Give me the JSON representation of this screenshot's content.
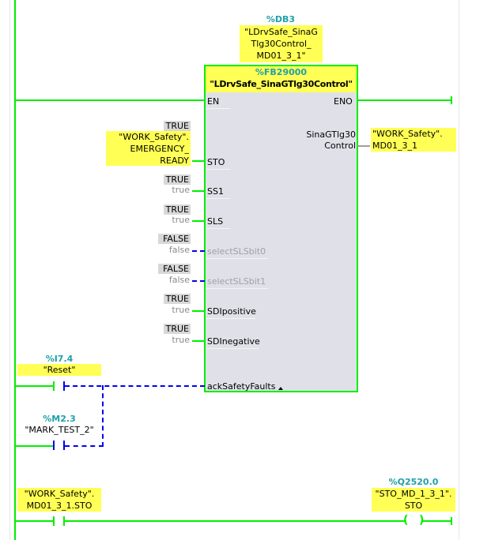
{
  "instance_db": {
    "address": "%DB3",
    "name_lines": [
      "\"LDrvSafe_SinaG",
      "Tlg30Control_",
      "MD01_3_1\""
    ]
  },
  "block": {
    "address": "%FB29000",
    "name": "\"LDrvSafe_SinaGTlg30Control\"",
    "en_label": "EN",
    "eno_label": "ENO",
    "output_pin_lines": [
      "SinaGTlg30",
      "Control"
    ],
    "output_operand_lines": [
      "\"WORK_Safety\".",
      "MD01_3_1"
    ],
    "expand_icon": "triangle-up-icon",
    "inputs": [
      {
        "pin": "STO",
        "monitor": "TRUE",
        "operand_lines": [
          "\"WORK_Safety\".",
          "EMERGENCY_",
          "READY"
        ],
        "status": "true",
        "enabled": true
      },
      {
        "pin": "SS1",
        "monitor": "TRUE",
        "value": "true",
        "status": "true",
        "enabled": true
      },
      {
        "pin": "SLS",
        "monitor": "TRUE",
        "value": "true",
        "status": "true",
        "enabled": true
      },
      {
        "pin": "selectSLSbit0",
        "monitor": "FALSE",
        "value": "false",
        "status": "false",
        "enabled": false
      },
      {
        "pin": "selectSLSbit1",
        "monitor": "FALSE",
        "value": "false",
        "status": "false",
        "enabled": false
      },
      {
        "pin": "SDIpositive",
        "monitor": "TRUE",
        "value": "true",
        "status": "true",
        "enabled": true
      },
      {
        "pin": "SDInegative",
        "monitor": "TRUE",
        "value": "true",
        "status": "true",
        "enabled": true
      },
      {
        "pin": "ackSafetyFaults",
        "status": "false",
        "enabled": true
      }
    ]
  },
  "contacts": [
    {
      "address": "%I7.4",
      "name": "\"Reset\"",
      "state": "false",
      "highlighted": true
    },
    {
      "address": "%M2.3",
      "name": "\"MARK_TEST_2\"",
      "state": "false",
      "highlighted": false
    }
  ],
  "network2": {
    "contact": {
      "name_lines": [
        "\"WORK_Safety\".",
        "MD01_3_1.STO"
      ],
      "state": "true"
    },
    "coil": {
      "address": "%Q2520.0",
      "name_lines": [
        "\"STO_MD_1_3_1\".",
        "STO"
      ],
      "state": "true"
    }
  },
  "colors": {
    "power_flow": "#00ee00",
    "no_power_flow": "#0000ee",
    "tag_highlight": "#ffff55",
    "address": "#20a0a8",
    "block_body": "#e0e0e8"
  }
}
